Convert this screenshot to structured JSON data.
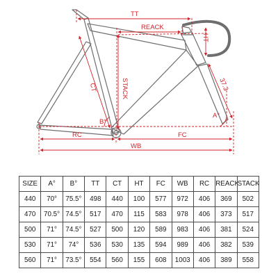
{
  "diagram": {
    "labels": {
      "tt": "TT",
      "reach": "REACK",
      "ht": "HT",
      "ct": "CT",
      "stack": "STACK",
      "fork": "37.3",
      "rc": "RC",
      "wb": "WB",
      "fc": "FC",
      "angle_b": "B°",
      "angle_a": "A°"
    },
    "colors": {
      "frame": "#6e6e6e",
      "dimension": "#d2232a"
    }
  },
  "table": {
    "headers": [
      "SIZE",
      "A°",
      "B°",
      "TT",
      "CT",
      "HT",
      "FC",
      "WB",
      "RC",
      "REACK",
      "STACK"
    ],
    "rows": [
      [
        "440",
        "70°",
        "75.5°",
        "498",
        "440",
        "100",
        "577",
        "972",
        "406",
        "369",
        "502"
      ],
      [
        "470",
        "70.5°",
        "74.5°",
        "517",
        "470",
        "115",
        "583",
        "978",
        "406",
        "373",
        "517"
      ],
      [
        "500",
        "71°",
        "74.5°",
        "527",
        "500",
        "120",
        "589",
        "983",
        "406",
        "381",
        "524"
      ],
      [
        "530",
        "71°",
        "74°",
        "536",
        "530",
        "135",
        "594",
        "989",
        "406",
        "382",
        "539"
      ],
      [
        "560",
        "71°",
        "73.5°",
        "554",
        "560",
        "155",
        "608",
        "1003",
        "406",
        "389",
        "558"
      ]
    ]
  }
}
